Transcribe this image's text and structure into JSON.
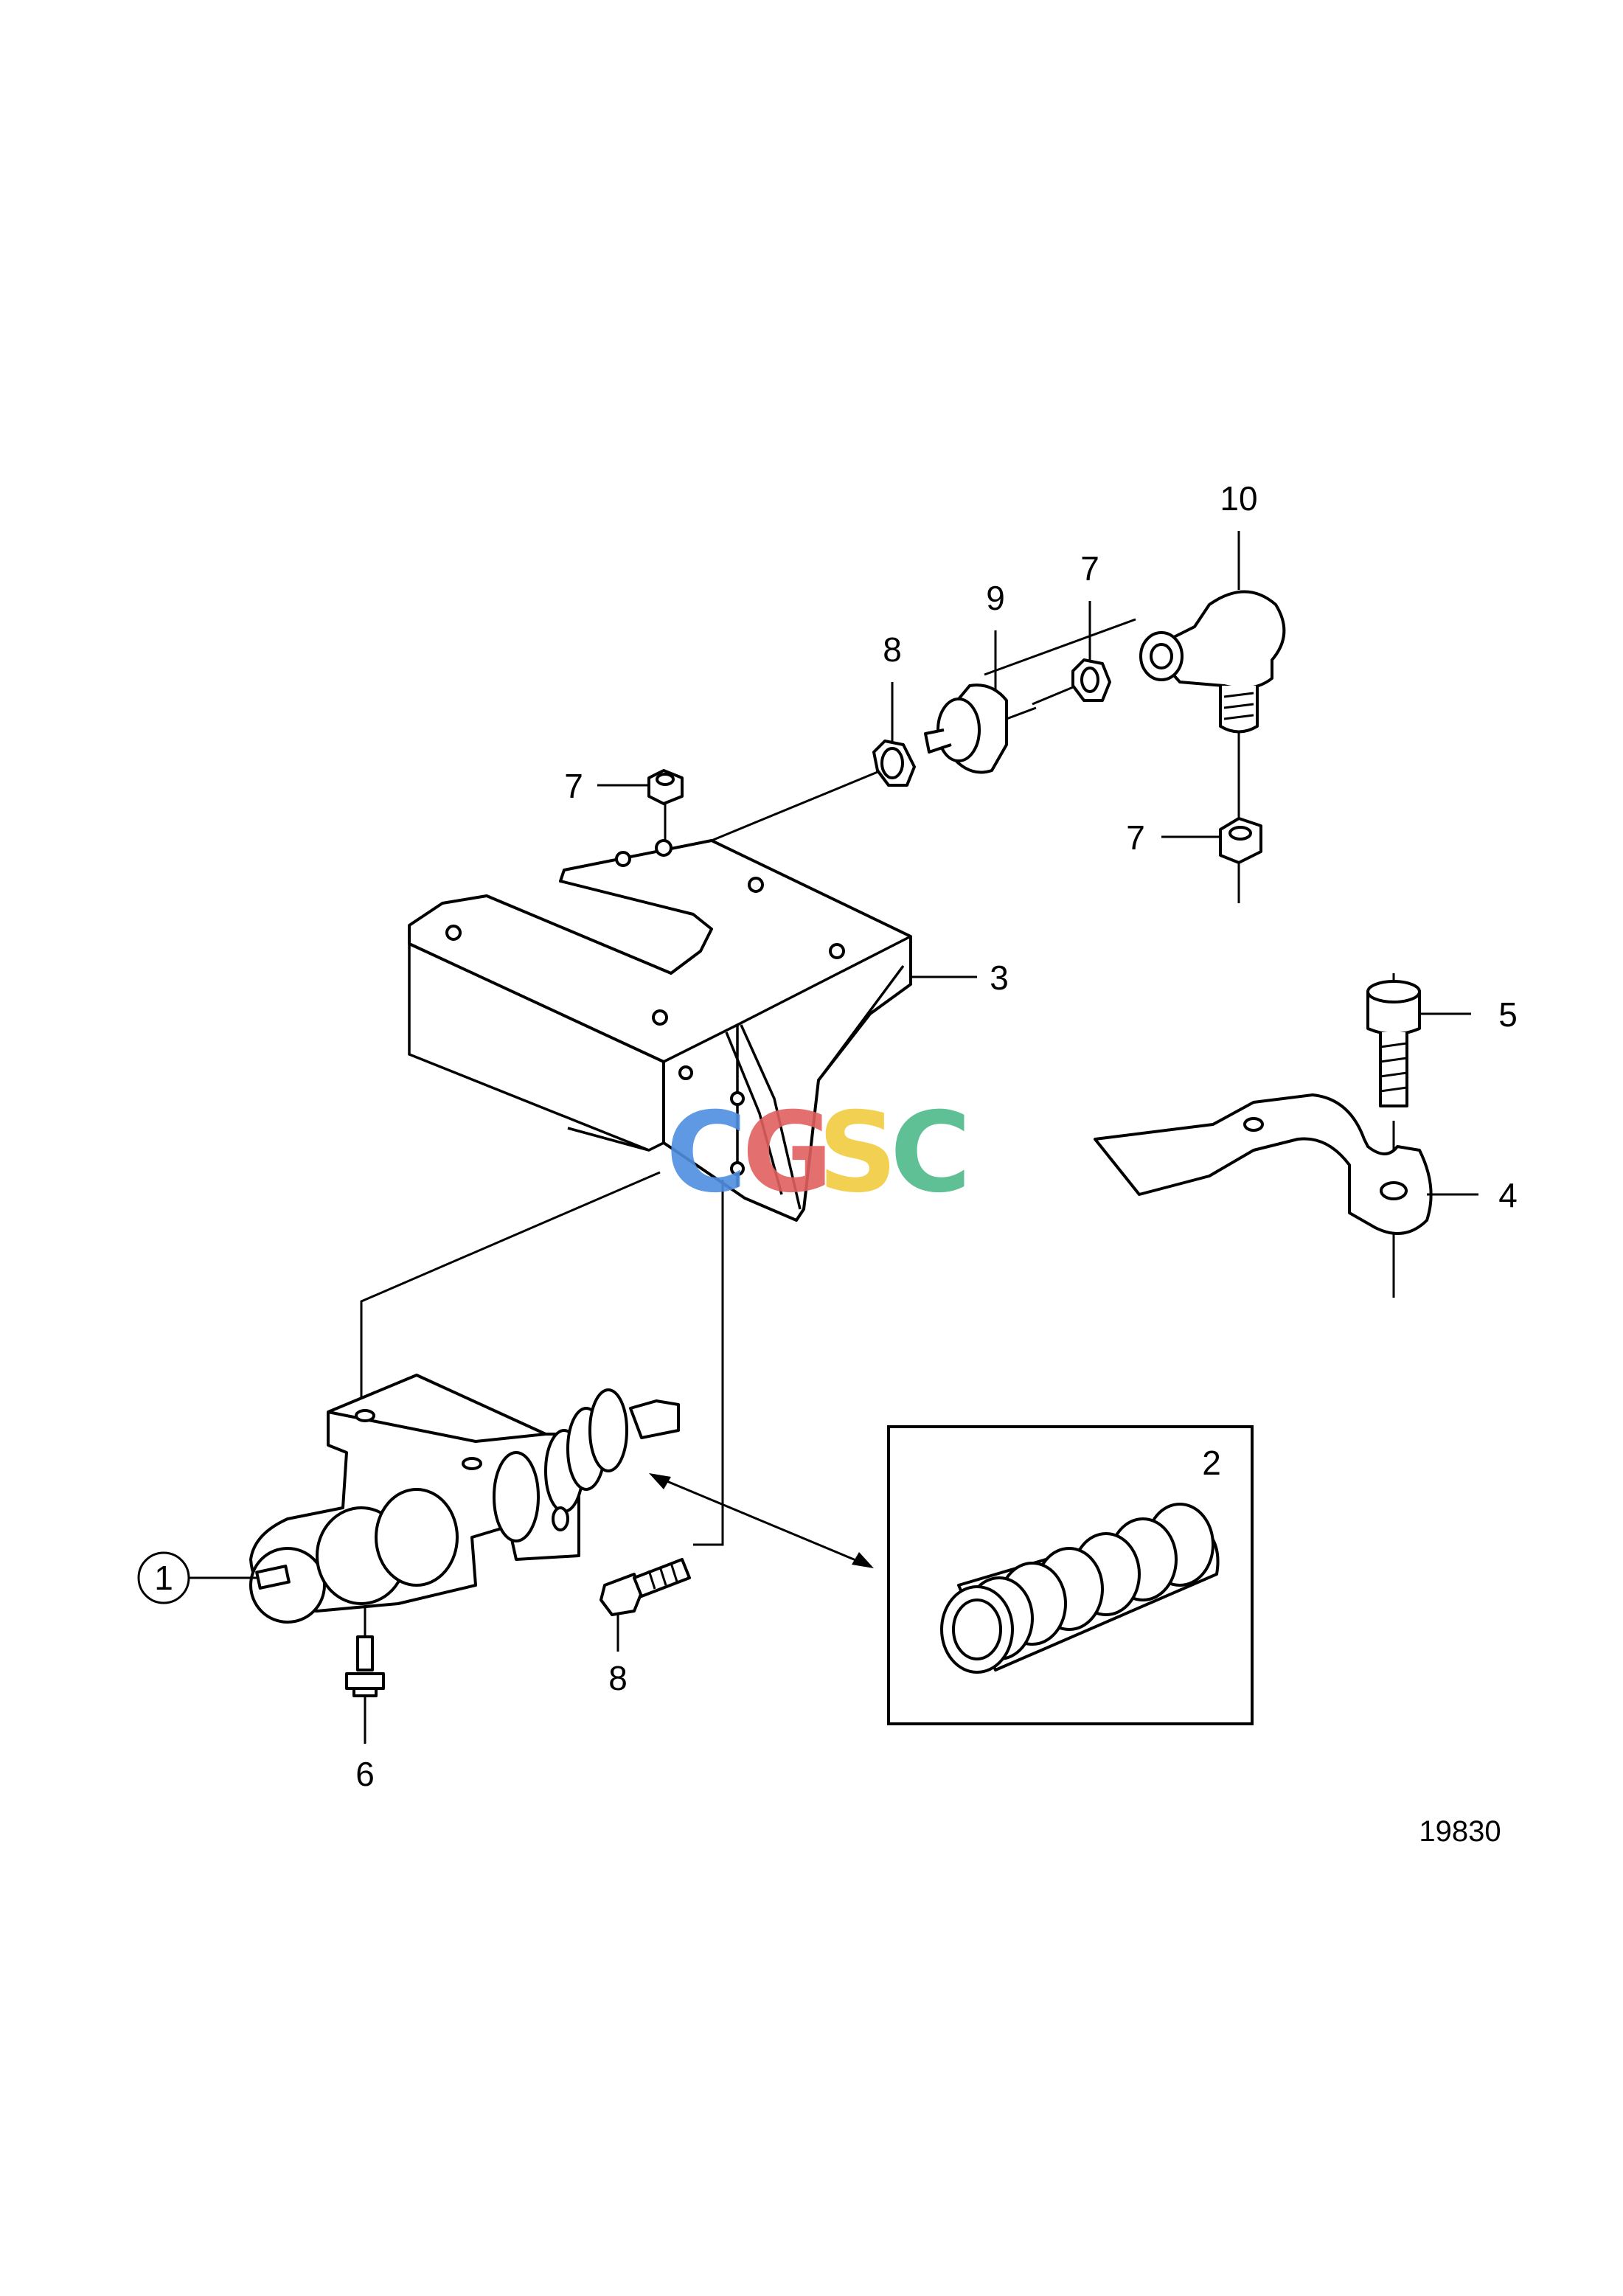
{
  "labels": {
    "solenoid": "1",
    "boot": "2",
    "bracket": "3",
    "lever": "4",
    "screw": "5",
    "flange_screw": "6",
    "nut_bottom": "7",
    "nut_bracket": "7",
    "nut_small": "7",
    "nut_large": "8",
    "flange_bolt": "8",
    "rubber_mount": "9",
    "ball_joint": "10"
  },
  "figure_number": "19830",
  "watermark": {
    "letters": [
      "C",
      "G",
      "S",
      "C"
    ],
    "colors": [
      "#4f8fe0",
      "#e06060",
      "#f0cc40",
      "#4fba8a"
    ]
  }
}
